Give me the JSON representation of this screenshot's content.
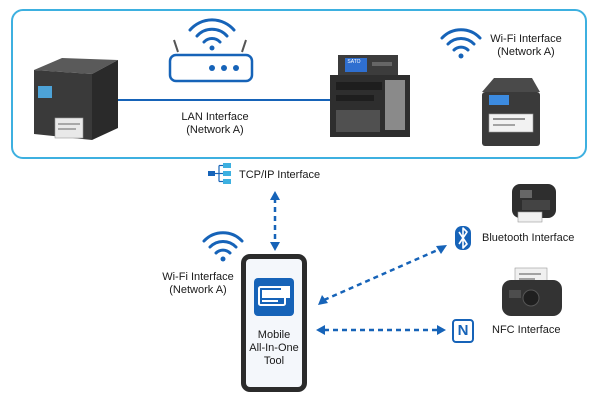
{
  "labels": {
    "lan_line1": "LAN Interface",
    "lan_line2": "(Network A)",
    "wifi_top_line1": "Wi-Fi Interface",
    "wifi_top_line2": "(Network A)",
    "tcpip": "TCP/IP Interface",
    "wifi_left_line1": "Wi-Fi Interface",
    "wifi_left_line2": "(Network A)",
    "bluetooth": "Bluetooth Interface",
    "nfc": "NFC Interface",
    "app_line1": "Mobile",
    "app_line2": "All-In-One",
    "app_line3": "Tool",
    "printer_brand": "SATO",
    "nfc_mark": "N"
  },
  "colors": {
    "accent_blue": "#1663b8",
    "box_border": "#3db0e0",
    "dash_blue": "#1663b8"
  },
  "icons": [
    "wifi-icon",
    "router-icon",
    "tcpip-icon",
    "bluetooth-icon",
    "nfc-icon",
    "printer-app-icon"
  ]
}
